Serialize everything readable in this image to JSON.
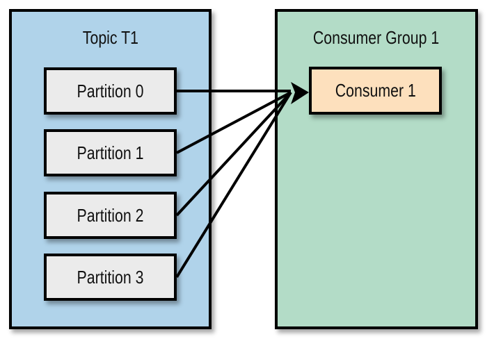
{
  "topic": {
    "title": "Topic T1",
    "color": "#b0d3ea",
    "partitions": [
      "Partition 0",
      "Partition 1",
      "Partition 2",
      "Partition 3"
    ],
    "partition_color": "#ebebeb"
  },
  "consumer_group": {
    "title": "Consumer Group 1",
    "color": "#b3dcc7",
    "consumers": [
      "Consumer 1"
    ],
    "consumer_color": "#fde0bd"
  },
  "edges": [
    {
      "from": "Partition 0",
      "to": "Consumer 1"
    },
    {
      "from": "Partition 1",
      "to": "Consumer 1"
    },
    {
      "from": "Partition 2",
      "to": "Consumer 1"
    },
    {
      "from": "Partition 3",
      "to": "Consumer 1"
    }
  ]
}
